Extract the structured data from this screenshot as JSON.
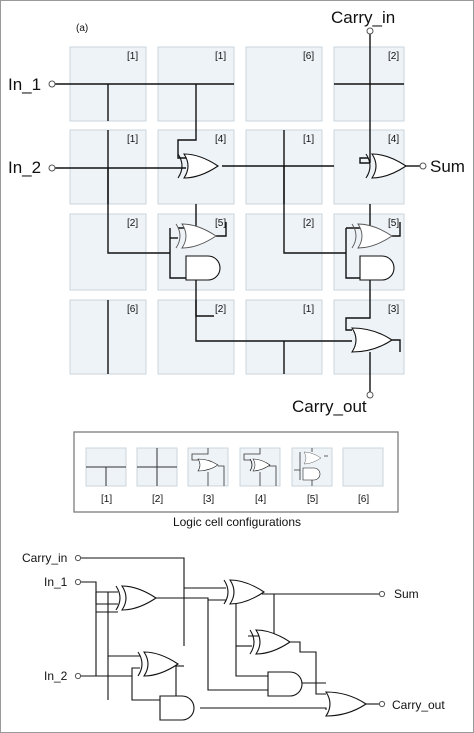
{
  "fabric": {
    "tag": "(a)",
    "carry_in": "Carry_in",
    "in_1": "In_1",
    "in_2": "In_2",
    "sum": "Sum",
    "carry_out": "Carry_out",
    "cells": [
      [
        "[1]",
        "[1]",
        "[6]",
        "[2]"
      ],
      [
        "[1]",
        "[4]",
        "[1]",
        "[4]"
      ],
      [
        "[2]",
        "[5]",
        "[2]",
        "[5]"
      ],
      [
        "[6]",
        "[2]",
        "[1]",
        "[3]"
      ]
    ]
  },
  "legend": {
    "caption": "Logic cell configurations",
    "items": [
      "[1]",
      "[2]",
      "[3]",
      "[4]",
      "[5]",
      "[6]"
    ]
  },
  "schematic": {
    "carry_in": "Carry_in",
    "in_1": "In_1",
    "in_2": "In_2",
    "sum": "Sum",
    "carry_out": "Carry_out"
  }
}
